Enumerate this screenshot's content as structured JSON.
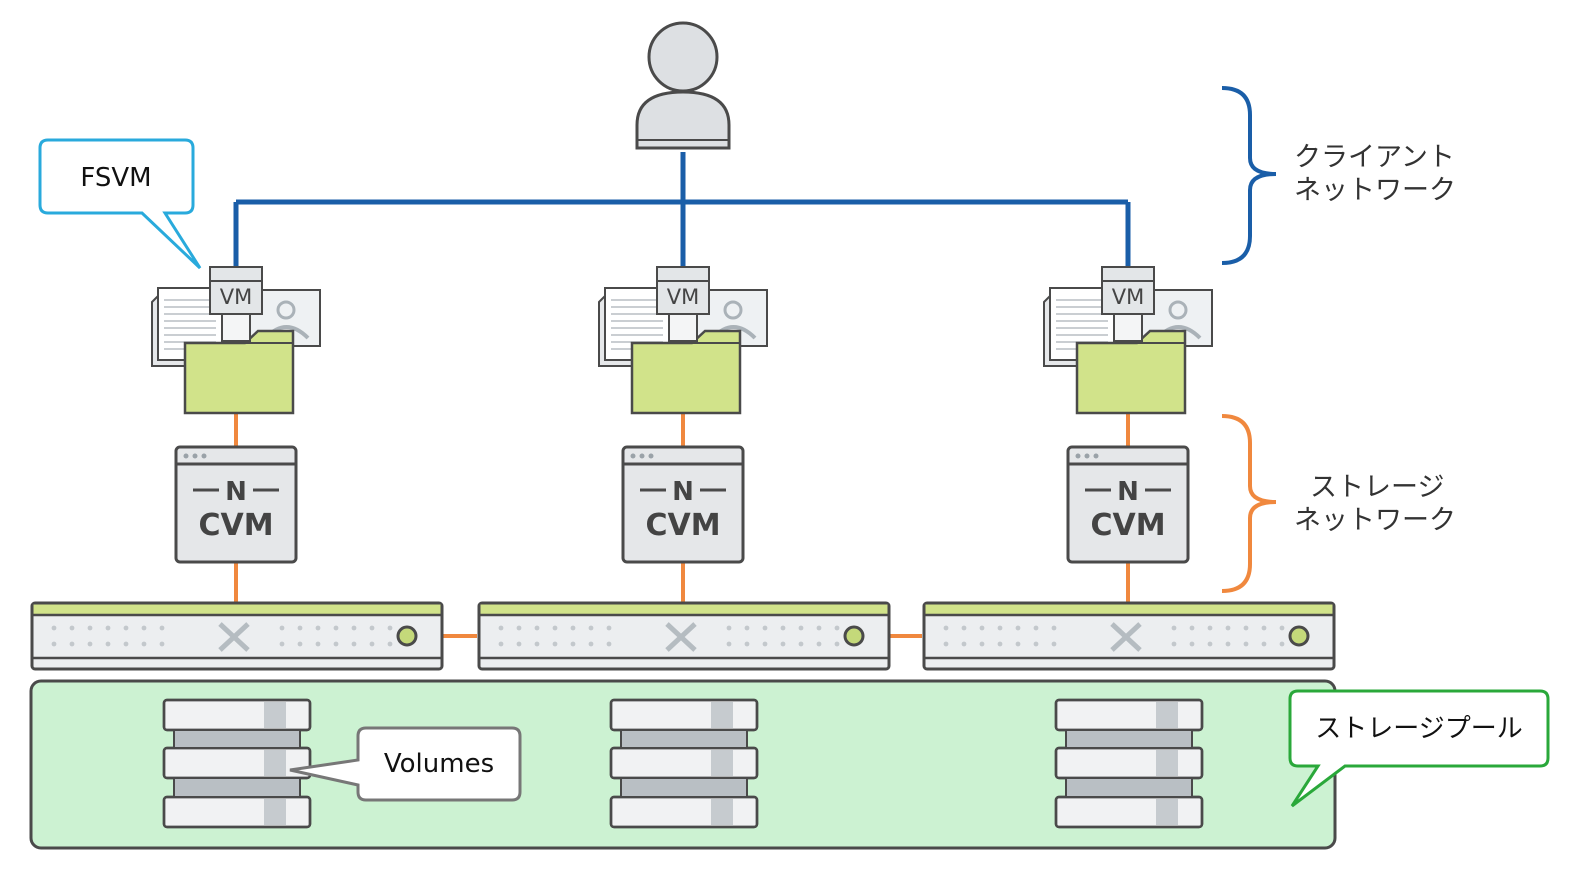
{
  "labels": {
    "client_network": [
      "クライアント",
      "ネットワーク"
    ],
    "storage_network": [
      "ストレージ",
      "ネットワーク"
    ],
    "fsvm_callout": "FSVM",
    "volumes_callout": "Volumes",
    "storage_pool_callout": "ストレージプール"
  },
  "nodes": [
    {
      "vm_label": "VM",
      "cvm_logo": "N",
      "cvm_label": "CVM"
    },
    {
      "vm_label": "VM",
      "cvm_logo": "N",
      "cvm_label": "CVM"
    },
    {
      "vm_label": "VM",
      "cvm_logo": "N",
      "cvm_label": "CVM"
    }
  ],
  "colors": {
    "client_network": "#1a5ea8",
    "storage_network": "#f0883e",
    "fsvm_callout_border": "#29aadc",
    "storage_pool_fill": "#ccf2d2",
    "storage_pool_callout_border": "#2aa83a",
    "folder_green": "#d1e38a",
    "outline": "#4a4a4a"
  },
  "icons": [
    "user-icon",
    "document-icon",
    "image-icon",
    "folder-icon",
    "vm-icon",
    "cvm-icon",
    "server-node-icon",
    "disk-stack-icon"
  ]
}
